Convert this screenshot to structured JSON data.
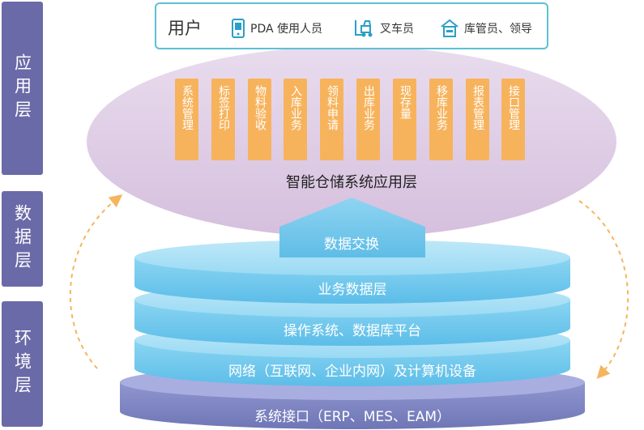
{
  "layers": [
    "应用层",
    "数据层",
    "环境层"
  ],
  "users": {
    "title": "用户",
    "roles": [
      {
        "label": "PDA 使用人员",
        "icon": "pda-icon"
      },
      {
        "label": "叉车员",
        "icon": "forklift-icon"
      },
      {
        "label": "库管员、领导",
        "icon": "warehouse-manager-icon"
      }
    ]
  },
  "modules": [
    "系统管理",
    "标签打印",
    "物料验收",
    "入库业务",
    "领料申请",
    "出库业务",
    "现存量",
    "移库业务",
    "报表管理",
    "接口管理"
  ],
  "app_layer_title": "智能仓储系统应用层",
  "arrow_label": "数据交换",
  "stack": [
    "业务数据层",
    "操作系统、数据库平台",
    "网络（互联网、企业内网）及计算机设备",
    "系统接口（ERP、MES、EAM）"
  ],
  "colors": {
    "layer_label": "#6b6aa8",
    "ellipse": "#dcc6e2",
    "module": "#f7b35c",
    "user_border": "#5dc0d4",
    "disk": "#79cdef",
    "base": "#7f86c4",
    "dashed_arrow": "#f5b55d"
  }
}
